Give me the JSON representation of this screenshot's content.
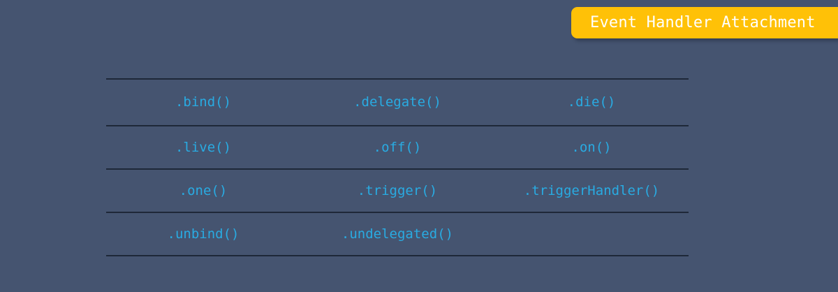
{
  "slide": {
    "background_color": "#455470",
    "title_banner": {
      "label": "Event Handler Attachment",
      "background_color": "#ffc107",
      "text_color": "#ffffff"
    },
    "table": {
      "text_color": "#29abe2",
      "rule_color": "#1e2838",
      "columns": 3,
      "rows": [
        {
          "cells": [
            ".bind()",
            ".delegate()",
            ".die()"
          ]
        },
        {
          "cells": [
            ".live()",
            ".off()",
            ".on()"
          ]
        },
        {
          "cells": [
            ".one()",
            ".trigger()",
            ".triggerHandler()"
          ]
        },
        {
          "cells": [
            ".unbind()",
            ".undelegated()",
            ""
          ]
        }
      ]
    }
  }
}
